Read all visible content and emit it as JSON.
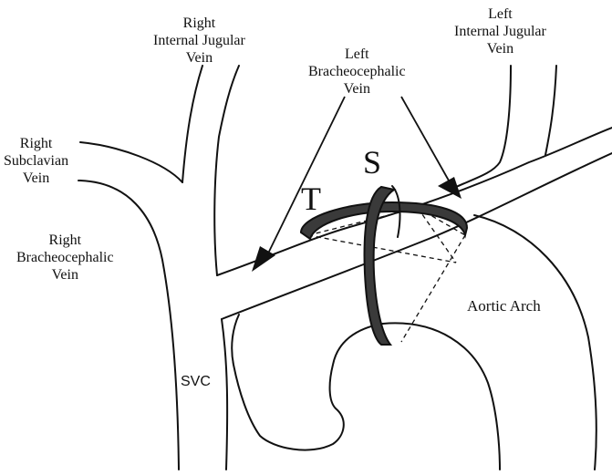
{
  "diagram": {
    "labels": {
      "right_ij": "Right\nInternal Jugular\nVein",
      "left_ij": "Left\nInternal Jugular\nVein",
      "left_bc": "Left\nBracheocephalic\nVein",
      "right_subclavian": "Right\nSubclavian\nVein",
      "right_bc": "Right\nBracheocephalic\nVein",
      "svc": "SVC",
      "aortic_arch": "Aortic Arch",
      "t": "T",
      "s": "S"
    }
  }
}
